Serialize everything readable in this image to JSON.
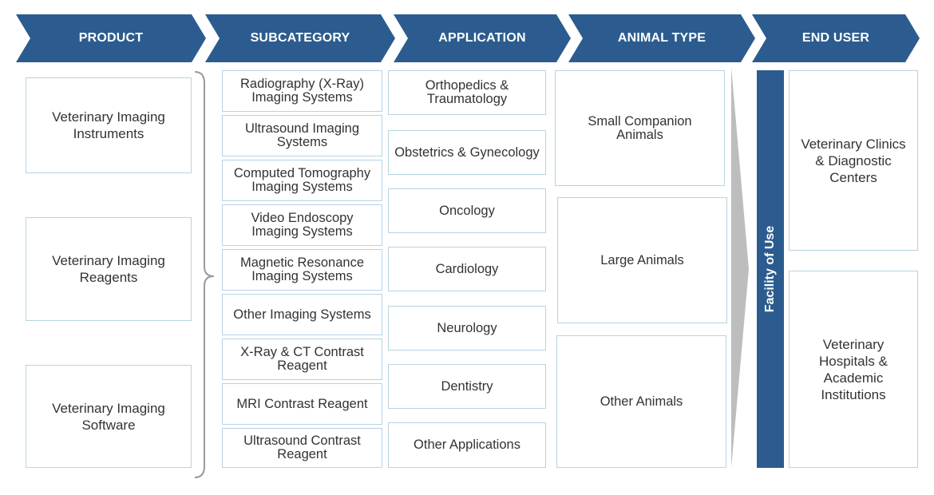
{
  "colors": {
    "header": "#2c5c8f",
    "border": "#b7d3e3",
    "arrow": "#bdbdbd"
  },
  "headers": {
    "product": "PRODUCT",
    "subcategory": "SUBCATEGORY",
    "application": "APPLICATION",
    "animal_type": "ANIMAL TYPE",
    "end_user": "END USER"
  },
  "product": [
    "Veterinary Imaging\nInstruments",
    "Veterinary Imaging\nReagents",
    "Veterinary Imaging\nSoftware"
  ],
  "subcategory": [
    "Radiography (X-Ray)\nImaging Systems",
    "Ultrasound Imaging\nSystems",
    "Computed Tomography\nImaging Systems",
    "Video Endoscopy\nImaging Systems",
    "Magnetic Resonance\nImaging Systems",
    "Other Imaging Systems",
    "X-Ray & CT Contrast\nReagent",
    "MRI Contrast Reagent",
    "Ultrasound Contrast\nReagent"
  ],
  "application": [
    "Orthopedics &\nTraumatology",
    "Obstetrics & Gynecology",
    "Oncology",
    "Cardiology",
    "Neurology",
    "Dentistry",
    "Other Applications"
  ],
  "animal_type": [
    "Small Companion\nAnimals",
    "Large Animals",
    "Other Animals"
  ],
  "facility_label": "Facility of Use",
  "end_user": [
    "Veterinary Clinics\n& Diagnostic\nCenters",
    "Veterinary\nHospitals &\nAcademic\nInstitutions"
  ]
}
